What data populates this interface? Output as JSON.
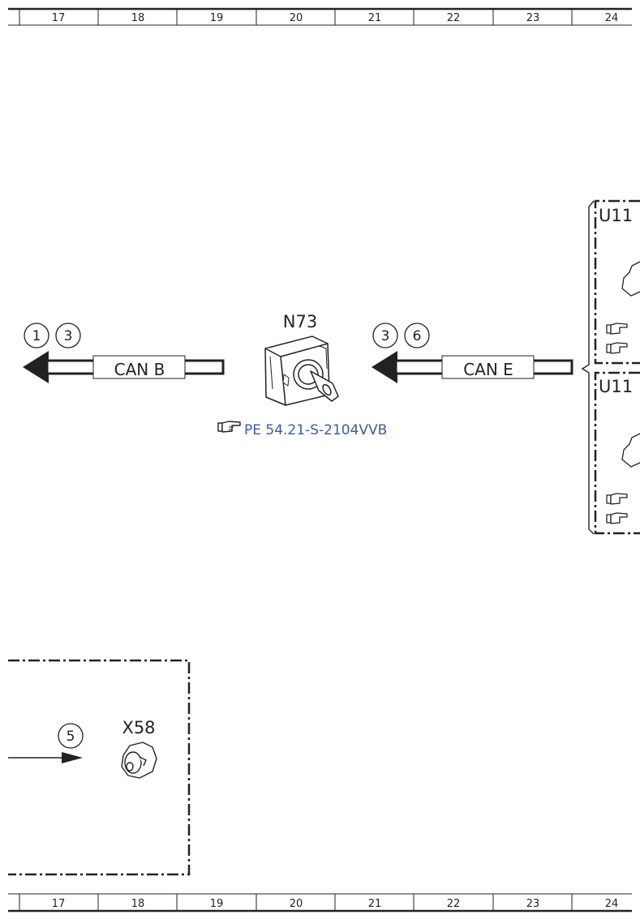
{
  "grid": {
    "columns": [
      "17",
      "18",
      "19",
      "20",
      "21",
      "22",
      "23",
      "24"
    ]
  },
  "components": {
    "n73": {
      "label": "N73",
      "reference": "PE 54.21-S-2104VVB"
    },
    "x58": {
      "label": "X58"
    },
    "u11_top": {
      "label": "U11"
    },
    "u11_bottom": {
      "label": "U11"
    }
  },
  "buses": {
    "can_b": {
      "label": "CAN B",
      "markers": [
        "1",
        "3"
      ]
    },
    "can_e": {
      "label": "CAN E",
      "markers": [
        "3",
        "6"
      ]
    }
  },
  "x58_line": {
    "marker": "5"
  },
  "icons": {
    "reference": "pointing-hand-icon"
  },
  "colors": {
    "link": "#3e5aa0",
    "line": "#222222"
  }
}
